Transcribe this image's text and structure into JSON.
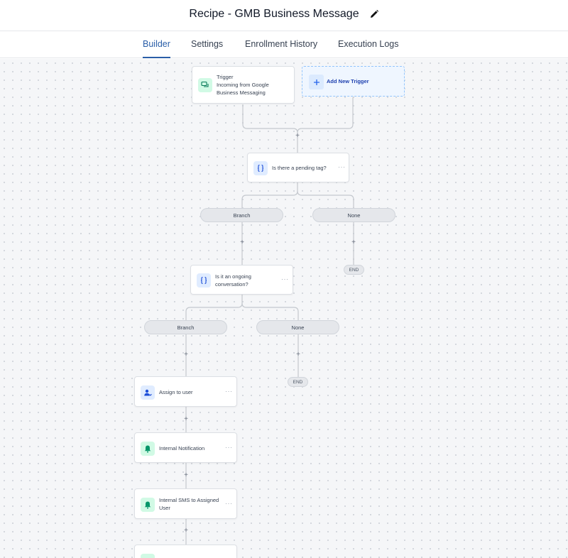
{
  "header": {
    "title": "Recipe - GMB Business Message",
    "edit_icon": "pencil-icon"
  },
  "tabs": [
    {
      "label": "Builder",
      "active": true
    },
    {
      "label": "Settings",
      "active": false
    },
    {
      "label": "Enrollment History",
      "active": false
    },
    {
      "label": "Execution Logs",
      "active": false
    }
  ],
  "colors": {
    "accent": "#2a5ea8",
    "trigger_green": "#047857",
    "action_green": "#10b981",
    "condition_blue": "#2563eb"
  },
  "workflow": {
    "trigger": {
      "title": "Trigger",
      "description": "Incoming from Google Business Messaging",
      "icon": "chat-bubbles-icon"
    },
    "add_trigger": {
      "label": "Add New Trigger",
      "icon": "plus-icon"
    },
    "condition_1": {
      "label": "Is there a pending tag?",
      "icon": "braces-icon",
      "branches": [
        "Branch",
        "None"
      ]
    },
    "condition_2": {
      "label": "Is it an ongoing conversation?",
      "icon": "braces-icon",
      "branches": [
        "Branch",
        "None"
      ]
    },
    "actions": [
      {
        "label": "Assign to user",
        "icon": "user-assign-icon"
      },
      {
        "label": "Internal Notification",
        "icon": "bell-icon"
      },
      {
        "label": "Internal SMS to Assigned User",
        "icon": "bell-icon"
      },
      {
        "label": "",
        "icon": "message-icon"
      }
    ],
    "end_label": "END",
    "more_label": "···",
    "plus_label": "+"
  }
}
